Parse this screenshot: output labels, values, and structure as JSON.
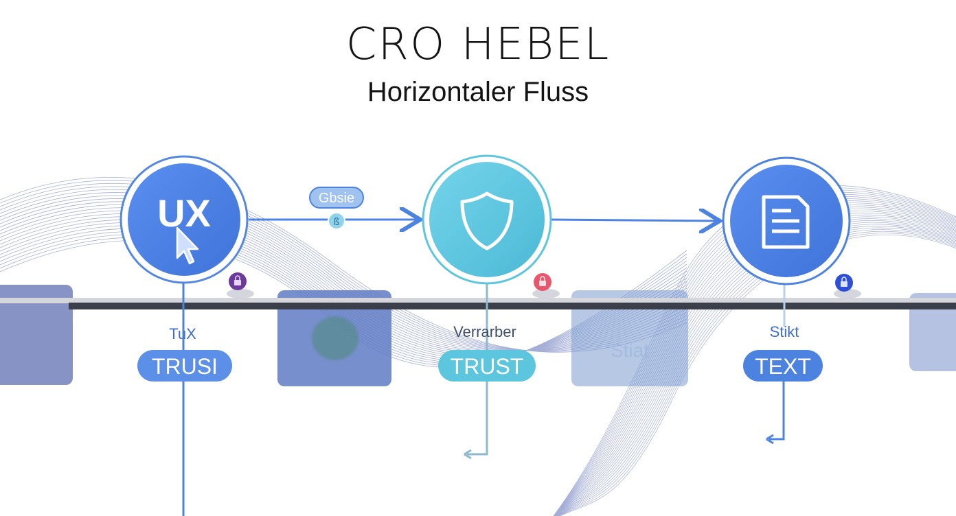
{
  "header": {
    "title": "CRO HEBEL",
    "subtitle": "Horizontaler Fluss"
  },
  "nodes": [
    {
      "id": "ux",
      "icon_text": "UX",
      "icon": "cursor-arrow-icon",
      "small_label": "TuX",
      "pill_label": "TRUSI",
      "color": "#4c82e0"
    },
    {
      "id": "trust",
      "icon": "shield-icon",
      "small_label": "Verrarber",
      "pill_label": "TRUST",
      "color": "#5cc6de"
    },
    {
      "id": "text",
      "icon": "document-icon",
      "small_label": "Stikt",
      "pill_label": "TEXT",
      "color": "#4c82e0"
    }
  ],
  "connectors": [
    {
      "from": "ux",
      "to": "trust",
      "badge_label": "Gbsie",
      "small_dot_label": "ß"
    },
    {
      "from": "trust",
      "to": "text"
    }
  ],
  "background_card_label": "Stiat",
  "colors": {
    "blue": "#4c82e0",
    "cyan": "#5cc6de",
    "card": "#5f7bc4",
    "rail": "#3b3f4a",
    "wave": "#5a6cb5"
  }
}
